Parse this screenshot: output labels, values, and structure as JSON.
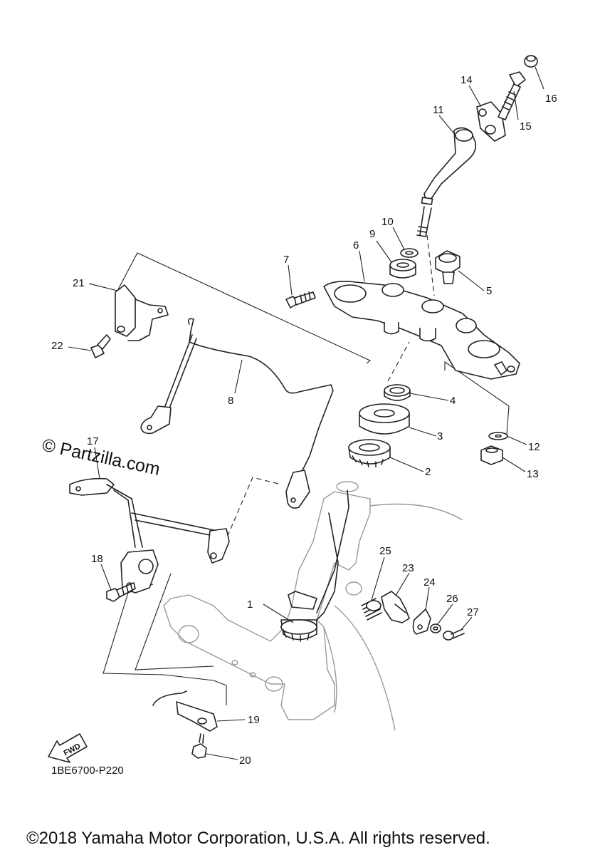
{
  "watermark": "© Partzilla.com",
  "diagram_code": "1BE6700-P220",
  "fwd_label": "FWD",
  "copyright": "©2018 Yamaha Motor Corporation, U.S.A. All rights reserved.",
  "callouts": [
    "1",
    "2",
    "3",
    "4",
    "5",
    "6",
    "7",
    "8",
    "9",
    "10",
    "11",
    "12",
    "13",
    "14",
    "15",
    "16",
    "17",
    "18",
    "19",
    "20",
    "21",
    "22",
    "23",
    "24",
    "25",
    "26",
    "27"
  ]
}
